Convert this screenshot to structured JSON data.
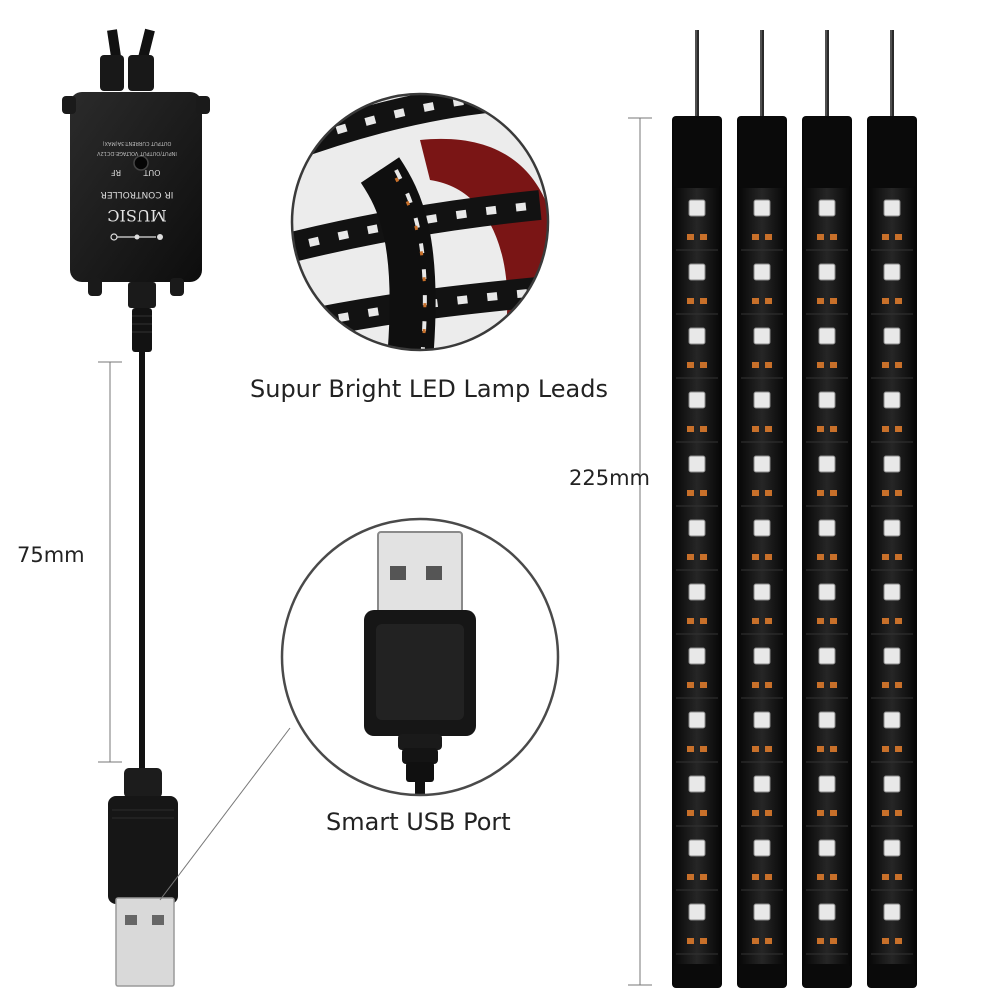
{
  "labels": {
    "lamp_leads": "Supur Bright LED Lamp Leads",
    "usb_port": "Smart USB Port",
    "cable_length": "75mm",
    "strip_length": "225mm"
  },
  "controller": {
    "title": "MUSIC",
    "subtitle": "IR CONTROLLER",
    "port_out": "OUT",
    "port_rf": "RF",
    "spec_line_1": "INPUT/OUTPUT VOLTAGE:DC12V",
    "spec_line_2": "OUTPUT CURRENT:3A(MAX)"
  },
  "colors": {
    "strip_body": "#141414",
    "led_chip": "#e8e8e8",
    "led_orange": "#c8702a",
    "accent_red": "#8a1d1d"
  }
}
